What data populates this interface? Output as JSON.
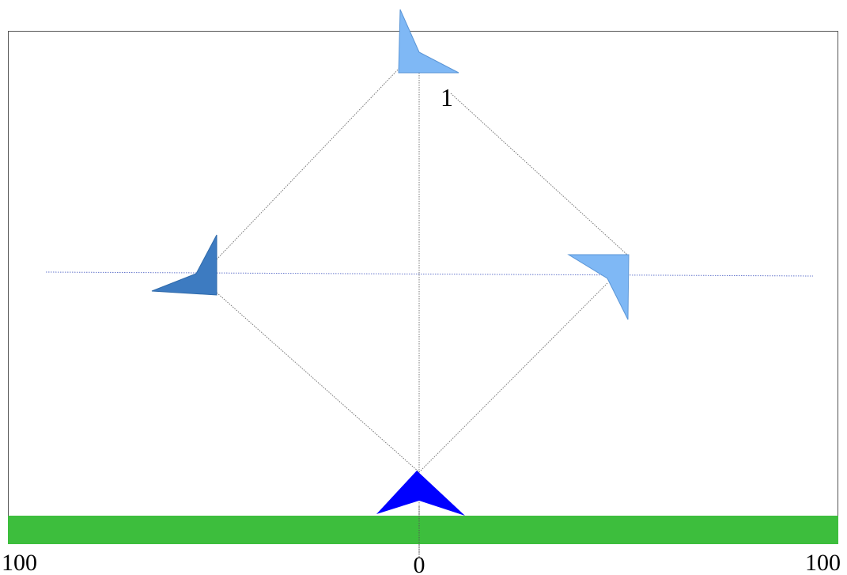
{
  "diagram": {
    "colors": {
      "frame": "#555555",
      "guide_line": "#6677cc",
      "path_line": "#777777",
      "ground": "#3dbe3d",
      "player": "#0000ff",
      "shape_light": "#7fb8f5",
      "shape_dark": "#3d7bc1"
    },
    "x_labels": {
      "left": "100",
      "center": "0",
      "right": "100"
    },
    "position_label": "1"
  }
}
